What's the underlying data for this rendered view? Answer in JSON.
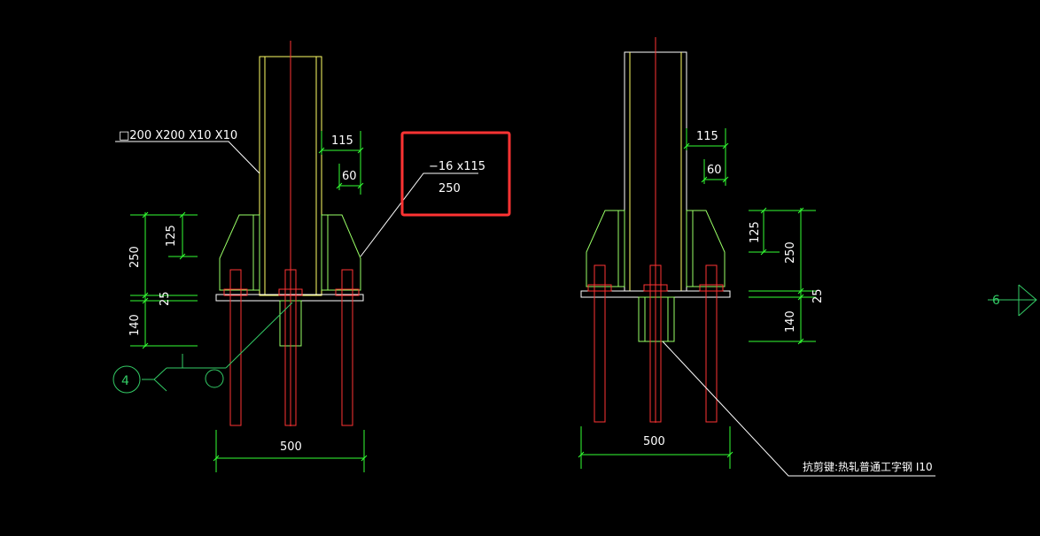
{
  "colors": {
    "background": "#000000",
    "column": "#ffff66",
    "stiffener": "#99ff66",
    "dimension": "#33ff33",
    "centerline": "#ff3333",
    "bolt": "#ff3333",
    "leader": "#ffffff",
    "symbol": "#33cc66",
    "highlight": "#ff3333"
  },
  "left_detail": {
    "column_label": "□200 X200 X10 X10",
    "plate_label_top": "−16 x115",
    "plate_label_bottom": "250",
    "dim_115": "115",
    "dim_60": "60",
    "dim_250": "250",
    "dim_125": "125",
    "dim_25": "25",
    "dim_140": "140",
    "dim_500": "500",
    "detail_marker": "4"
  },
  "right_detail": {
    "dim_115": "115",
    "dim_60": "60",
    "dim_125": "125",
    "dim_250": "250",
    "dim_25": "25",
    "dim_140": "140",
    "dim_500": "500",
    "shear_key_label": "抗剪键:热轧普通工字钢 I10",
    "section_marker": "6"
  }
}
